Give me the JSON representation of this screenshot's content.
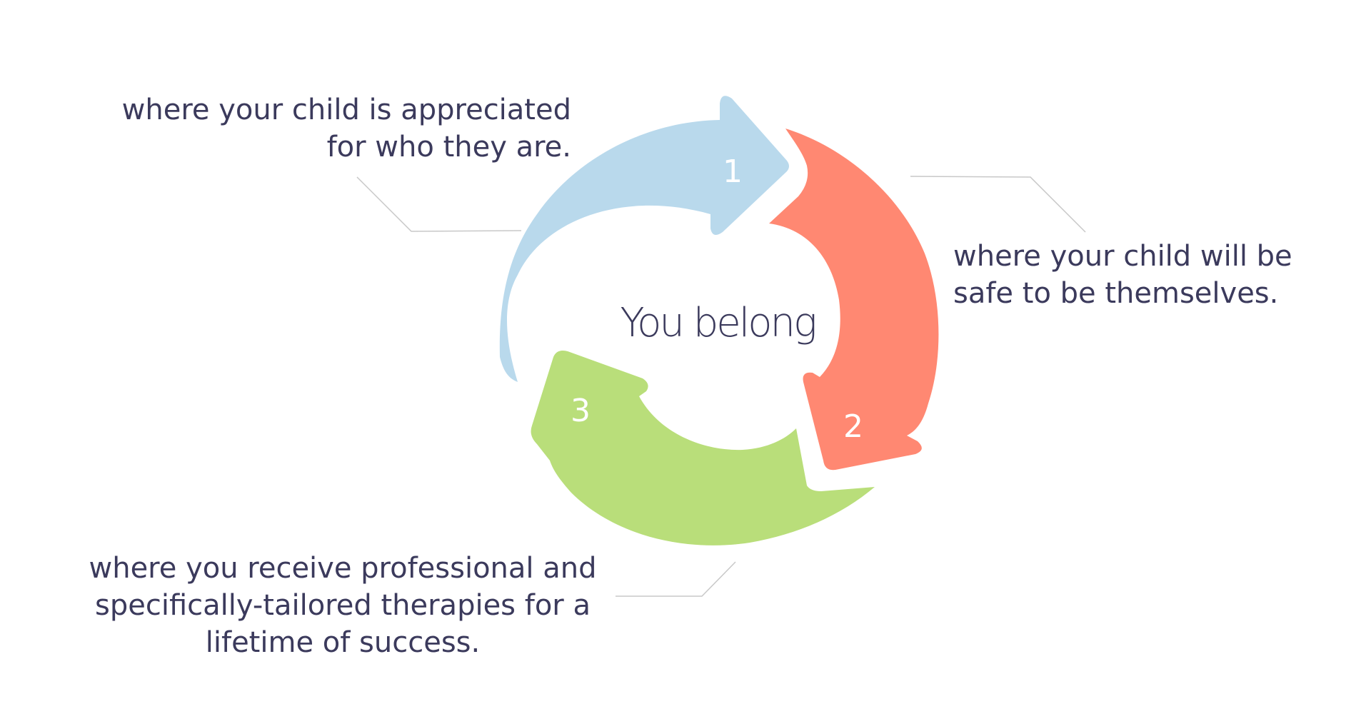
{
  "center_label": "You belong",
  "steps": [
    {
      "number": "1",
      "color": "#b9d9ec",
      "caption_lines": [
        "where your child is appreciated",
        "for who they are."
      ]
    },
    {
      "number": "2",
      "color": "#ff8872",
      "caption_lines": [
        "where your child will be",
        "safe to be themselves."
      ]
    },
    {
      "number": "3",
      "color": "#b9de7a",
      "caption_lines": [
        "where you receive professional and",
        "specifically-tailored therapies for a",
        "lifetime of success."
      ]
    }
  ],
  "colors": {
    "text": "#3b3a5c",
    "leader_line": "#c8c8c8",
    "step_number": "#ffffff"
  }
}
